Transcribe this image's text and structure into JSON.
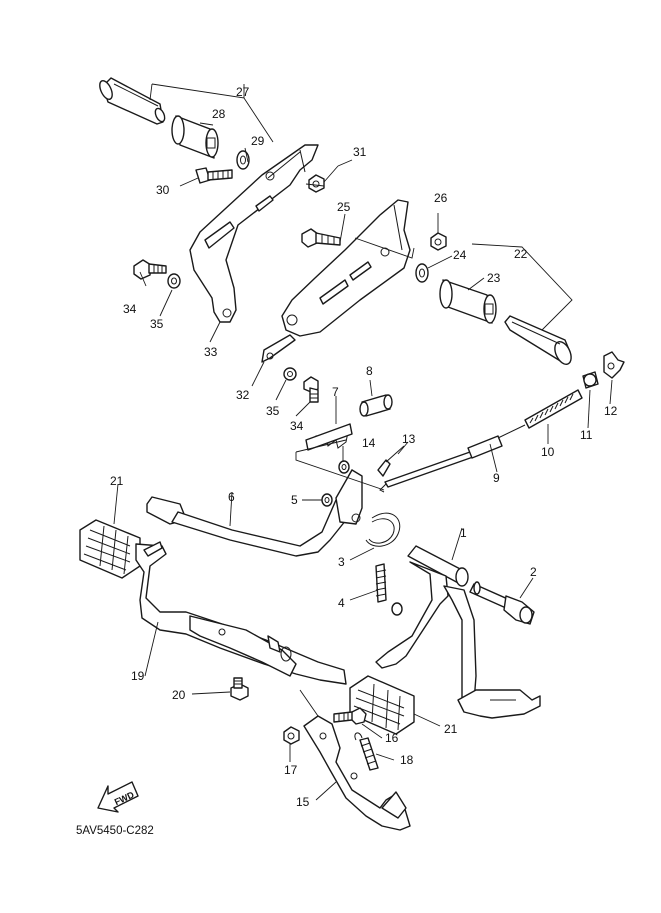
{
  "diagram_code": "5AV5450-C282",
  "fwd_label": "FWD",
  "callouts": [
    "1",
    "2",
    "3",
    "4",
    "5",
    "6",
    "7",
    "8",
    "9",
    "10",
    "11",
    "12",
    "13",
    "14",
    "15",
    "16",
    "17",
    "18",
    "19",
    "20",
    "21",
    "21",
    "22",
    "23",
    "24",
    "25",
    "26",
    "27",
    "28",
    "29",
    "30",
    "31",
    "32",
    "33",
    "34",
    "34",
    "35",
    "35"
  ]
}
